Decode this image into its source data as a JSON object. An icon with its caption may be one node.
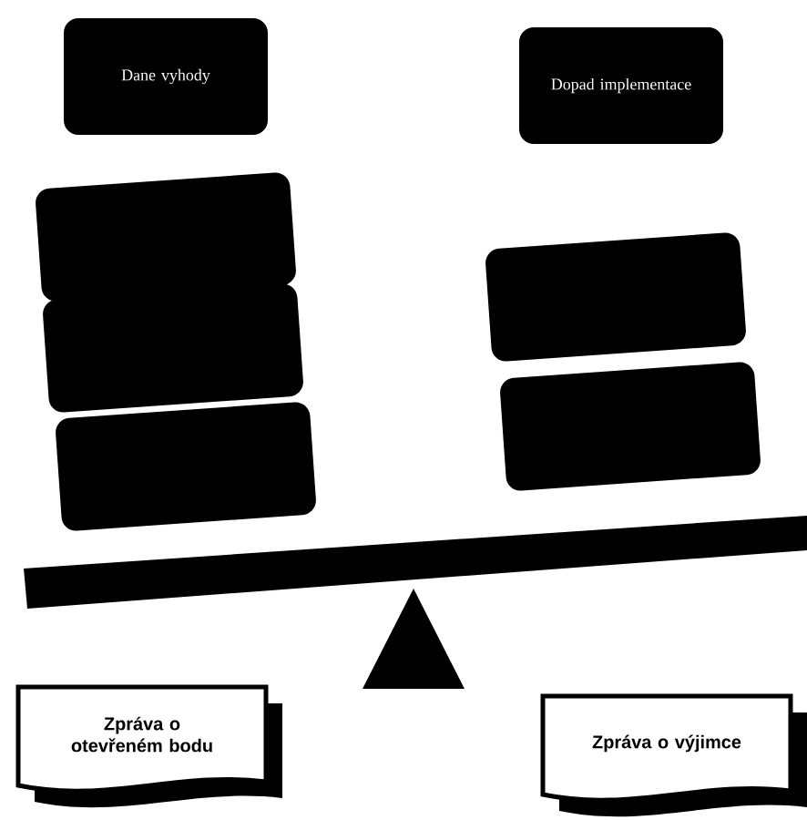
{
  "diagram": {
    "nodes": [
      {
        "text": [
          "Dane vyhody"
        ]
      },
      {
        "text": [
          "Dopad implementace"
        ]
      },
      {
        "text": [],
        "shape": "box"
      },
      {
        "text": [],
        "shape": "box"
      },
      {
        "text": [],
        "shape": "box"
      },
      {
        "text": [],
        "shape": "box"
      },
      {
        "text": [],
        "shape": "box"
      },
      {
        "text": [
          "Zpráva o otevřeném bodu"
        ]
      },
      {
        "text": [
          "Zpráva o výjimce"
        ]
      }
    ]
  }
}
